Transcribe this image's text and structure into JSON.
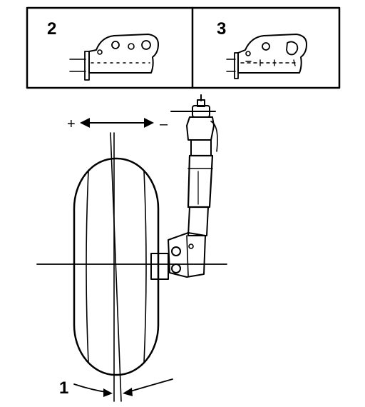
{
  "inset_panels": [
    {
      "label": "2"
    },
    {
      "label": "3"
    }
  ],
  "callouts": {
    "camber_angle": "1"
  },
  "adjustment": {
    "plus": "+",
    "minus": "–"
  }
}
